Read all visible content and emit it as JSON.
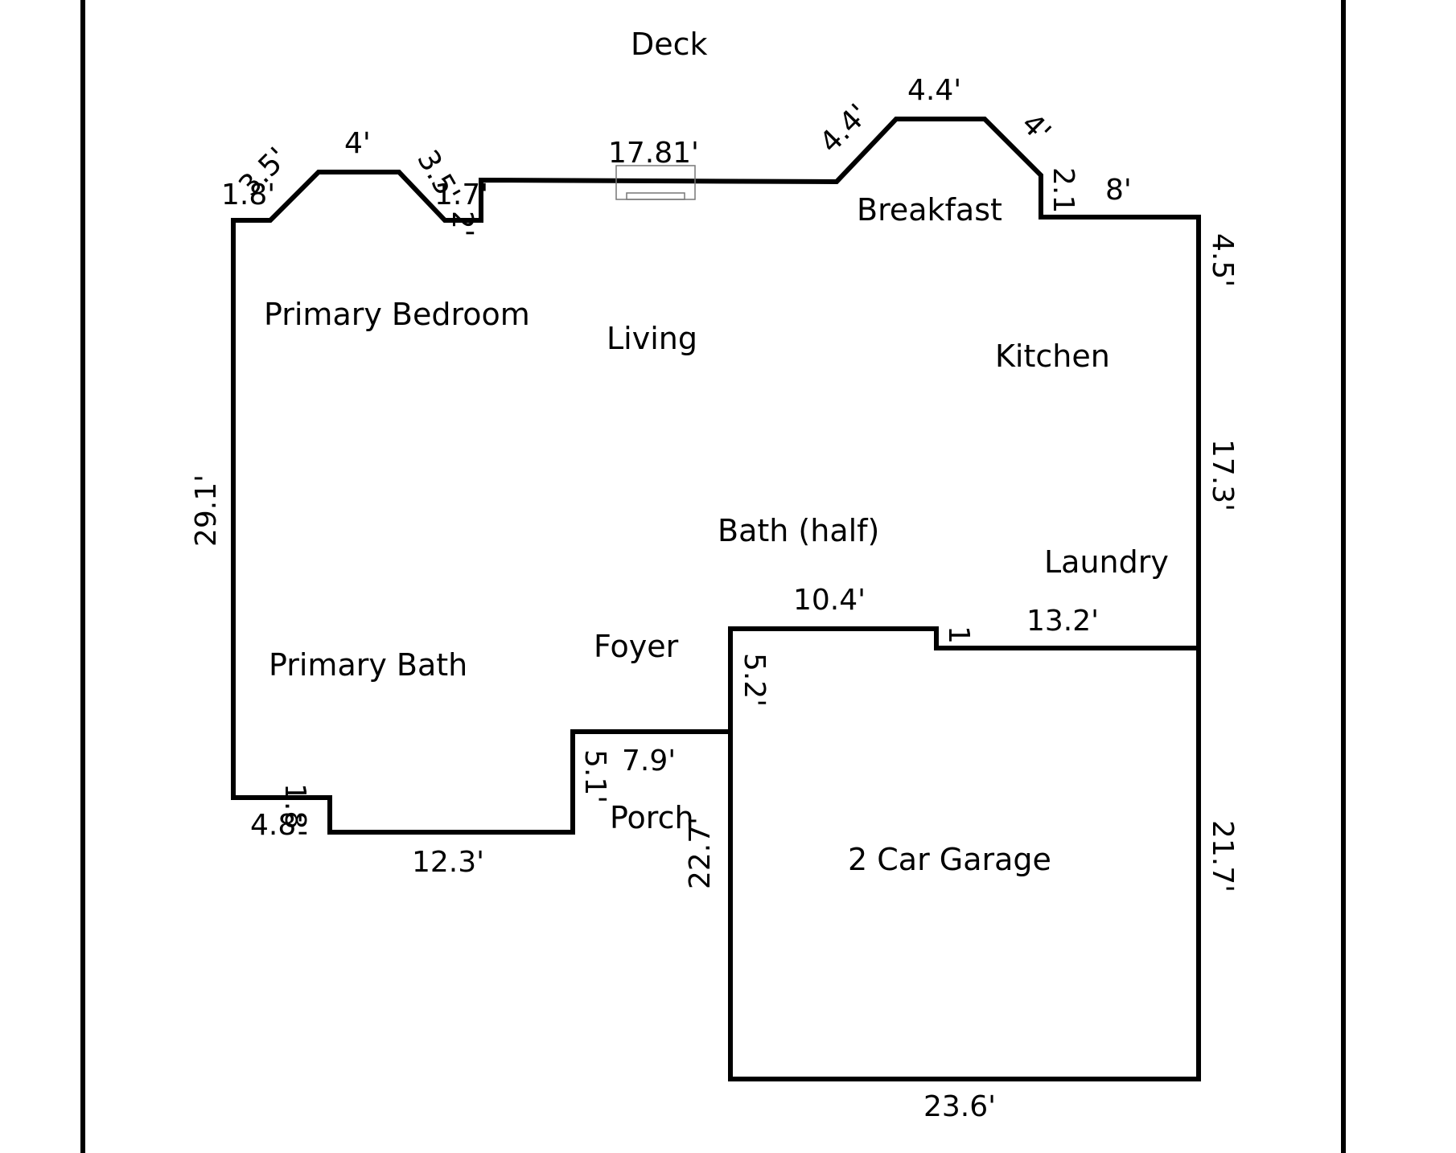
{
  "rooms": {
    "deck": "Deck",
    "breakfast": "Breakfast",
    "primary_bedroom": "Primary Bedroom",
    "living": "Living",
    "kitchen": "Kitchen",
    "bath_half": "Bath (half)",
    "laundry": "Laundry",
    "foyer": "Foyer",
    "primary_bath": "Primary Bath",
    "porch": "Porch",
    "garage": "2 Car Garage"
  },
  "dimensions": {
    "left_top_short": "1.8'",
    "bay1_angle_left": "3.5'",
    "bay1_top": "4'",
    "bay1_angle_right": "3.5'",
    "notch_top": "1.7'",
    "notch_side": "2'",
    "rear_wall": "17.81'",
    "bay2_angle_left": "4.4'",
    "bay2_top": "4.4'",
    "bay2_angle_right": "4'",
    "kitchen_jog": "2.1'",
    "kitchen_rear": "8'",
    "right_upper": "4.5'",
    "right_middle": "17.3'",
    "left_wall": "29.1'",
    "garage_top": "10.4'",
    "garage_jog": "1'",
    "laundry_wall": "13.2'",
    "garage_left_upper": "5.2'",
    "porch_top": "7.9'",
    "porch_side": "5.1'",
    "garage_left": "22.7'",
    "garage_right": "21.7'",
    "bath_bottom_short": "4.8'",
    "bath_step": "1.8'",
    "front_wall": "12.3'",
    "garage_bottom": "23.6'"
  }
}
